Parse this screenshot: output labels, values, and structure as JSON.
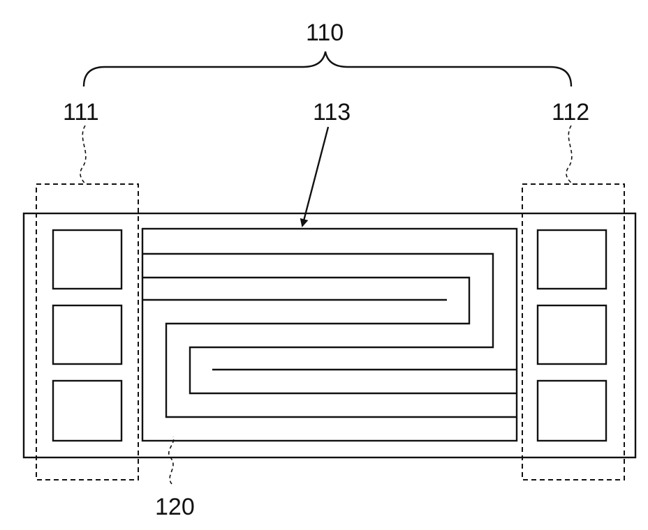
{
  "labels": {
    "component": "110",
    "left_terminal": "111",
    "right_terminal": "112",
    "trace": "113",
    "substrate": "120"
  }
}
